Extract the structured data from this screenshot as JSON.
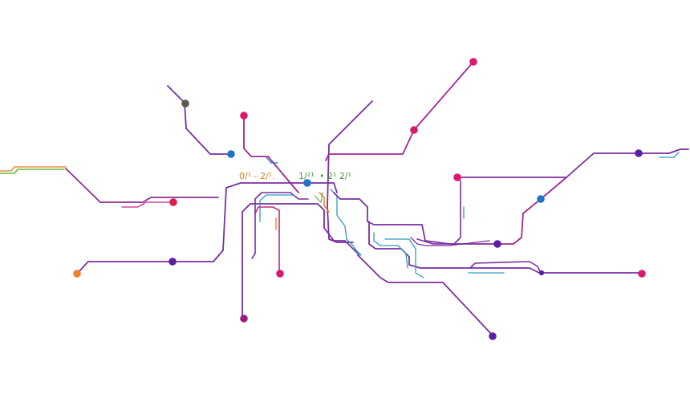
{
  "colors": {
    "background": "#ffffff",
    "purple": "#7a2fa0",
    "magenta": "#c0268a",
    "pink": "#d8196e",
    "blue": "#1e74c9",
    "cyan": "#2d9bc0",
    "orange": "#f08024",
    "green": "#4caf3a",
    "dark-gray": "#5b5b4e",
    "indigo": "#5a1fa6",
    "label-orange": "#c9841f",
    "label-green": "#3f9a3a"
  },
  "labels": {
    "label_left": "0/¹ - 2/¹.",
    "label_mid": "1/²¹",
    "label_right": "• 2¹  2/¹"
  }
}
